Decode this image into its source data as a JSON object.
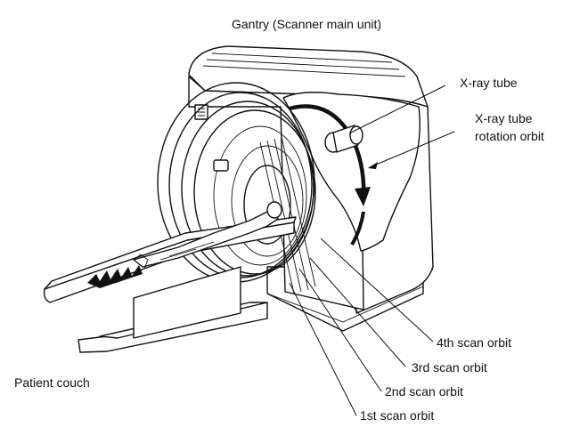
{
  "labels": {
    "gantry": "Gantry (Scanner main unit)",
    "xray_tube": "X-ray tube",
    "xray_orbit_line1": "X-ray tube",
    "xray_orbit_line2": "rotation orbit",
    "orbit4": "4th scan orbit",
    "orbit3": "3rd scan orbit",
    "orbit2": "2nd scan orbit",
    "orbit1": "1st scan orbit",
    "couch": "Patient couch"
  },
  "colors": {
    "ink": "#111111",
    "paper": "#ffffff"
  }
}
